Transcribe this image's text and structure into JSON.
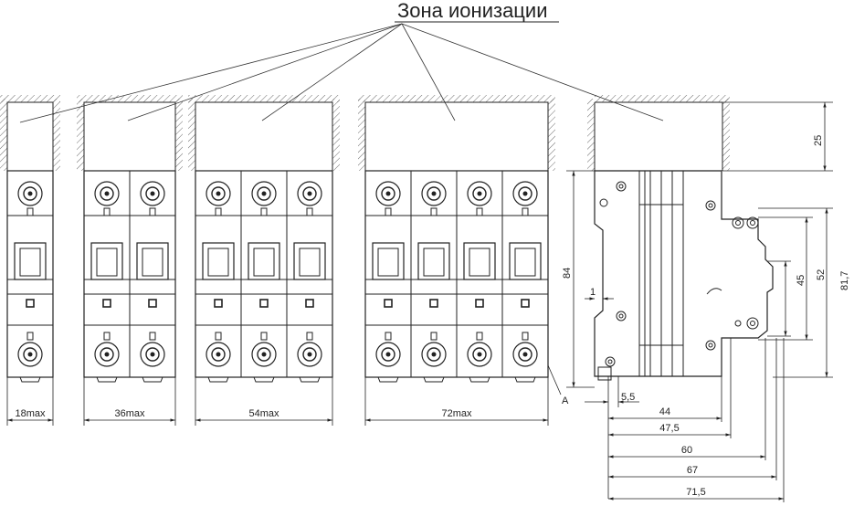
{
  "title": "Зона ионизации",
  "module_widths": [
    "18max",
    "36max",
    "54max",
    "72max"
  ],
  "side_view": {
    "height_total": "84",
    "offset_small": "1",
    "depths": [
      "5,5",
      "44",
      "47,5",
      "60",
      "67",
      "71,5"
    ],
    "heights_right": [
      "25",
      "45",
      "52",
      "81,7"
    ],
    "marker": "A"
  }
}
